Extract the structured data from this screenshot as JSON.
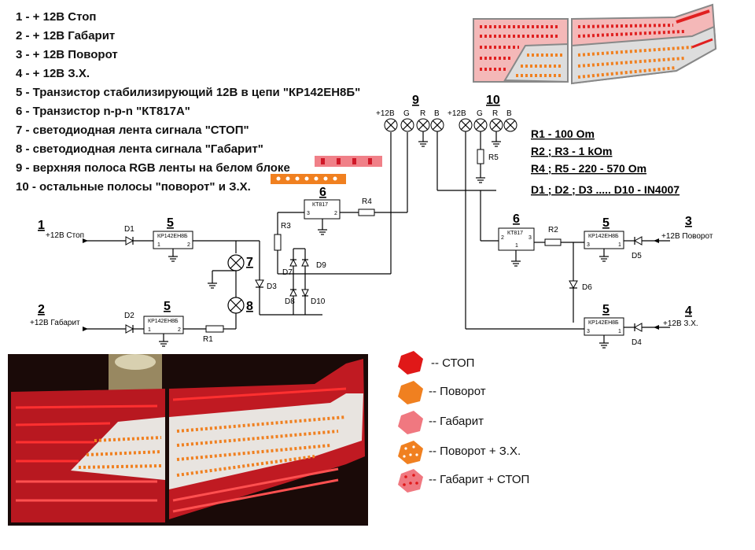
{
  "legend": [
    "1 - + 12В Стоп",
    "2 - + 12В Габарит",
    "3 - + 12В Поворот",
    "4 - + 12В З.Х.",
    "5 - Транзистор стабилизирующий  12В в цепи \"КР142ЕН8Б\"",
    "6 - Транзистор n-p-n \"КТ817А\"",
    "7 - светодиодная лента сигнала \"СТОП\"",
    "8 - светодиодная лента сигнала \"Габарит\"",
    "9 - верхняя полоса RGB ленты на белом блоке",
    "10 - остальные полосы \"поворот\" и З.Х."
  ],
  "components": {
    "r1": "R1 - 100 Om",
    "r2r3": "R2 ; R3 - 1 kOm",
    "r4r5": "R4 ; R5 - 220 - 570 Om",
    "diodes": "D1 ; D2 ; D3 ..... D10 - IN4007"
  },
  "schematic": {
    "in1_num": "1",
    "in1_label": "+12В Стоп",
    "in2_num": "2",
    "in2_label": "+12В Габарит",
    "in3_num": "3",
    "in3_label": "+12В Поворот",
    "in4_num": "4",
    "in4_label": "+12В З.Х.",
    "reg_label": "КР142ЕН8Б",
    "trans_label": "КТ817",
    "n5": "5",
    "n6": "6",
    "n7": "7",
    "n8": "8",
    "n9": "9",
    "n10": "10",
    "d1": "D1",
    "d2": "D2",
    "d3": "D3",
    "d4": "D4",
    "d5": "D5",
    "d6": "D6",
    "d7": "D7",
    "d8": "D8",
    "d9": "D9",
    "d10": "D10",
    "r1": "R1",
    "r2": "R2",
    "r3": "R3",
    "r4": "R4",
    "r5": "R5",
    "plus12": "+12В",
    "g": "G",
    "r": "R",
    "b": "B",
    "pin1": "1",
    "pin2": "2",
    "pin3": "3"
  },
  "color_key": [
    {
      "label": "-- СТОП",
      "color": "#e01818"
    },
    {
      "label": "-- Поворот",
      "color": "#f08020"
    },
    {
      "label": "-- Габарит",
      "color": "#f07880"
    },
    {
      "label": "-- Поворот + З.Х.",
      "color": "#f08020"
    },
    {
      "label": "-- Габарит + СТОП",
      "color": "#f07880"
    }
  ],
  "colors": {
    "stop": "#e01818",
    "turn": "#f08020",
    "parking": "#f07880",
    "rgb_strip": "#e03040"
  }
}
